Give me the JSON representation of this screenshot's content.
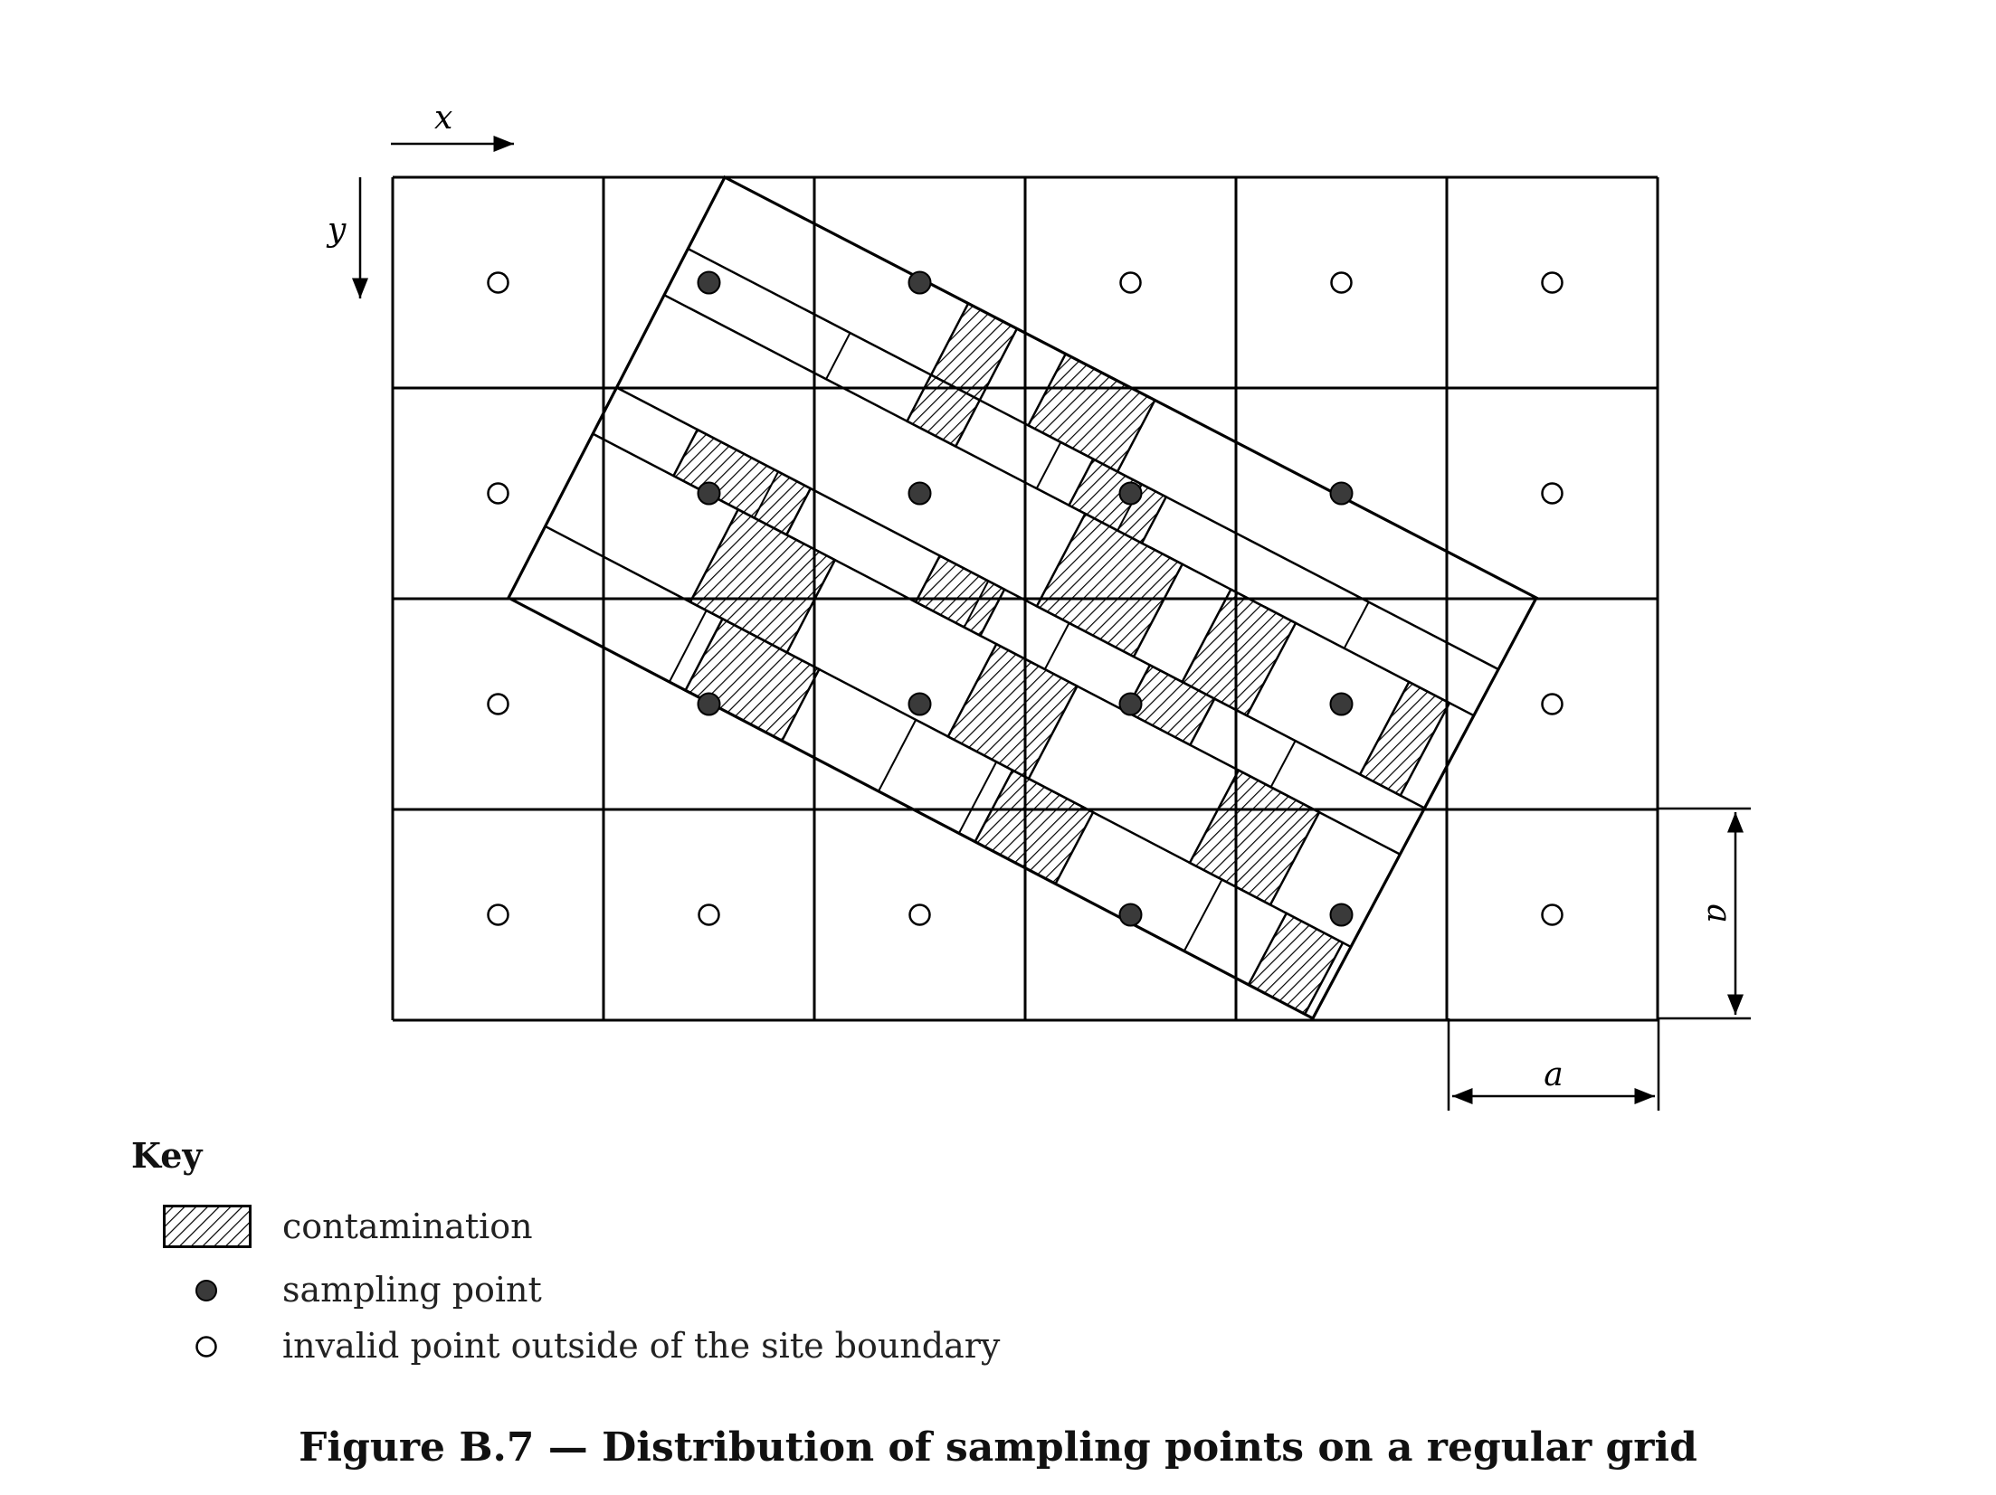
{
  "diagram": {
    "axis_x_label": "x",
    "axis_y_label": "y",
    "dim_vertical_label": "a",
    "dim_horizontal_label": "a",
    "grid": {
      "columns": 6,
      "rows": 4
    },
    "points": [
      [
        "invalid",
        "sampling",
        "sampling",
        "invalid",
        "invalid",
        "invalid"
      ],
      [
        "invalid",
        "sampling",
        "sampling",
        "sampling",
        "sampling",
        "invalid"
      ],
      [
        "invalid",
        "sampling",
        "sampling",
        "sampling",
        "sampling",
        "invalid"
      ],
      [
        "invalid",
        "invalid",
        "invalid",
        "sampling",
        "sampling",
        "invalid"
      ]
    ]
  },
  "key": {
    "title": "Key",
    "items": [
      {
        "symbol": "hatch-swatch",
        "label": "contamination"
      },
      {
        "symbol": "filled-circle",
        "label": "sampling point"
      },
      {
        "symbol": "open-circle",
        "label": "invalid point outside of the site boundary"
      }
    ]
  },
  "caption": "Figure B.7 — Distribution of sampling points on a regular grid",
  "colors": {
    "line": "#000000",
    "point_fill": "#3a3a3a"
  }
}
